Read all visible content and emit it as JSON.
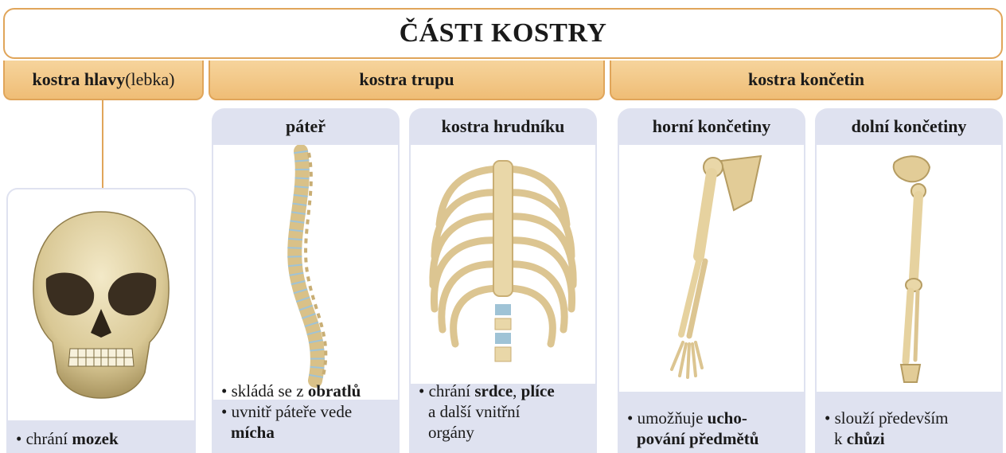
{
  "title": "ČÁSTI KOSTRY",
  "categories": {
    "head": {
      "bold": "kostra hlavy",
      "rest": " (lebka)"
    },
    "trunk": {
      "bold": "kostra trupu"
    },
    "limbs": {
      "bold": "kostra končetin"
    }
  },
  "cards": {
    "skull": {
      "bullet": "• ",
      "t1": "chrání ",
      "b1": "mozek"
    },
    "spine": {
      "title": "páteř",
      "l1_pre": "• skládá se z ",
      "l1_bold": "obratlů",
      "l2": "• uvnitř páteře vede",
      "l3_bold": "mícha"
    },
    "chest": {
      "title": "kostra hrudníku",
      "l1_pre": "• chrání ",
      "l1_b1": "srdce",
      "l1_mid": ", ",
      "l1_b2": "plíce",
      "l2": "a další vnitřní",
      "l3": "orgány"
    },
    "upper": {
      "title": "horní končetiny",
      "l1_pre": "• umožňuje ",
      "l1_bold": "ucho-",
      "l2_bold": "pování předmětů"
    },
    "lower": {
      "title": "dolní končetiny",
      "l1": "• slouží především",
      "l2_pre": "k ",
      "l2_bold": "chůzi"
    }
  },
  "colors": {
    "accent": "#e0a55a",
    "category_fill": "#f2c47f",
    "card_fill": "#dfe2f0",
    "bone": "#e9d7a8",
    "bone_shadow": "#c9ae74",
    "disc": "#9fc3d6"
  }
}
